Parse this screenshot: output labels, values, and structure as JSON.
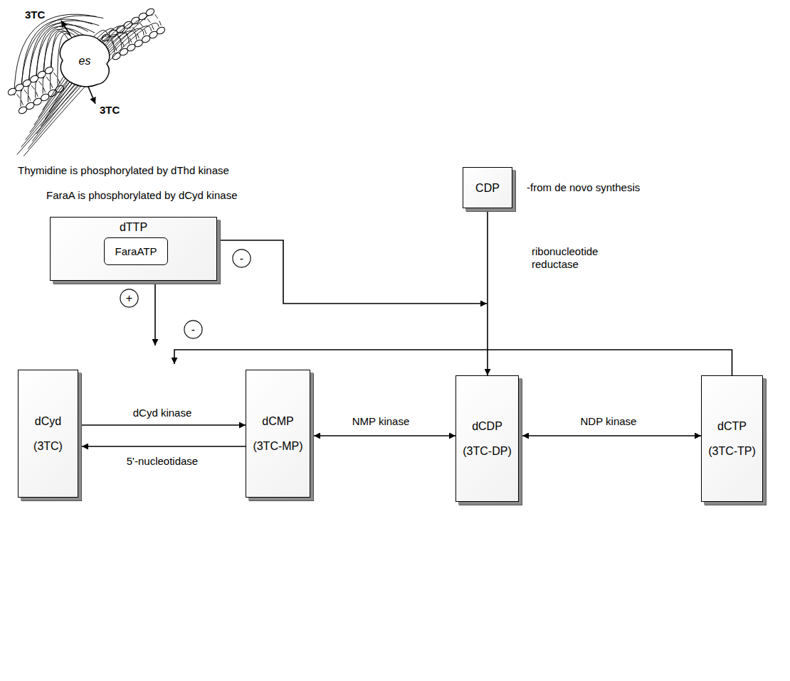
{
  "diagram": {
    "nodes": [
      {
        "text": [
          "es"
        ]
      },
      {
        "text": [
          "CDP"
        ]
      },
      {
        "text": [
          "dTTP"
        ]
      },
      {
        "text": [
          "FaraATP"
        ],
        "in": 2
      },
      {
        "text": [
          "-"
        ]
      },
      {
        "text": [
          "+"
        ]
      },
      {
        "text": [
          "-"
        ]
      },
      {
        "text": [
          "dCyd",
          "(3TC)"
        ]
      },
      {
        "text": [
          "dCMP",
          "(3TC-MP)"
        ]
      },
      {
        "text": [
          "dCDP",
          "(3TC-DP)"
        ]
      },
      {
        "text": [
          "dCTP",
          "(3TC-TP)"
        ]
      }
    ],
    "edges": [
      {
        "from": 7,
        "to": 8,
        "label": "dCyd kinase",
        "arrow": "to"
      },
      {
        "from": 8,
        "to": 7,
        "label": "5'-nucleotidase",
        "arrow": "to"
      },
      {
        "from": 8,
        "to": 9,
        "label": "NMP kinase",
        "arrow": "both"
      },
      {
        "from": 9,
        "to": 10,
        "label": "NDP kinase",
        "arrow": "both"
      },
      {
        "from": 1,
        "to": 9,
        "label": "ribonucleotide reductase",
        "arrow": "to"
      }
    ],
    "labels": [
      "3TC",
      "3TC",
      "Thymidine is phosphorylated by dThd kinase",
      "FaraA is phosphorylated by dCyd kinase",
      "-from de novo synthesis"
    ]
  }
}
